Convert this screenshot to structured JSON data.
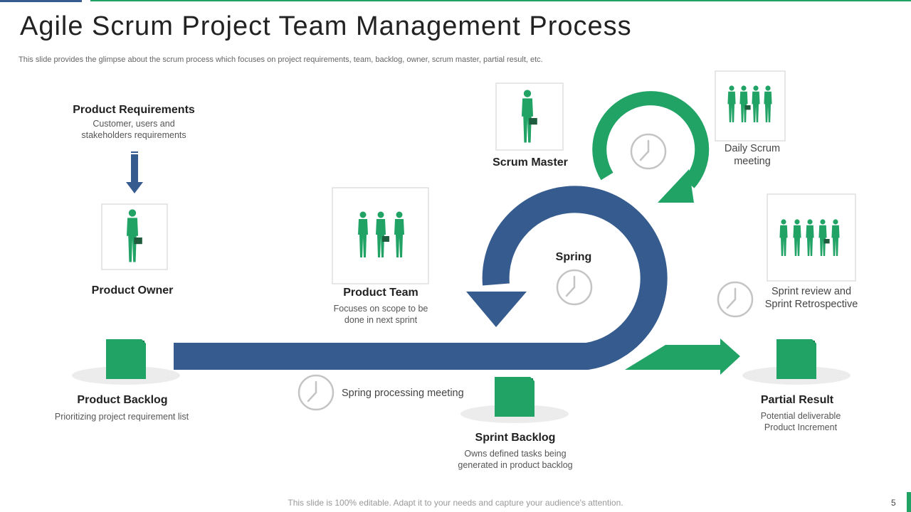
{
  "header": {
    "title": "Agile Scrum Project Team Management Process",
    "subtitle": "This slide provides the glimpse about the scrum process which focuses on project requirements, team, backlog, owner, scrum master, partial result, etc."
  },
  "nodes": {
    "product_requirements": {
      "label": "Product Requirements",
      "desc_line1": "Customer, users and",
      "desc_line2": "stakeholders requirements"
    },
    "product_owner": {
      "label": "Product Owner"
    },
    "product_team": {
      "label": "Product Team",
      "desc_line1": "Focuses on scope to be",
      "desc_line2": "done in next sprint"
    },
    "scrum_master": {
      "label": "Scrum Master"
    },
    "daily_scrum": {
      "line1": "Daily Scrum",
      "line2": "meeting"
    },
    "spring": {
      "label": "Spring"
    },
    "sprint_review": {
      "line1": "Sprint review and",
      "line2": "Sprint Retrospective"
    },
    "product_backlog": {
      "label": "Product Backlog",
      "desc": "Prioritizing project requirement  list"
    },
    "spring_processing": {
      "label": "Spring processing meeting"
    },
    "sprint_backlog": {
      "label": "Sprint Backlog",
      "desc_line1": "Owns defined tasks being",
      "desc_line2": "generated in product backlog"
    },
    "partial_result": {
      "label": "Partial Result",
      "desc_line1": "Potential deliverable",
      "desc_line2": "Product Increment"
    }
  },
  "footer": {
    "note": "This slide is 100% editable. Adapt it to your needs and capture your audience's attention.",
    "page_number": "5"
  },
  "colors": {
    "blue": "#365c8f",
    "green": "#21a366",
    "gray": "#bdbdbd"
  }
}
